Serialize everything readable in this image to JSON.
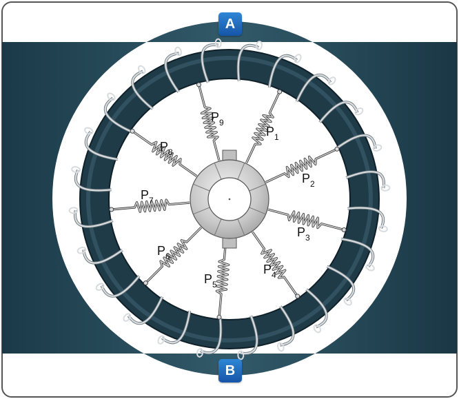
{
  "poles": {
    "top": "A",
    "bottom": "B"
  },
  "resistors": [
    {
      "letter": "P",
      "index": "1"
    },
    {
      "letter": "P",
      "index": "2"
    },
    {
      "letter": "P",
      "index": "3"
    },
    {
      "letter": "P",
      "index": "4"
    },
    {
      "letter": "P",
      "index": "5"
    },
    {
      "letter": "P",
      "index": "6"
    },
    {
      "letter": "P",
      "index": "7"
    },
    {
      "letter": "P",
      "index": "8"
    },
    {
      "letter": "P",
      "index": "9"
    }
  ],
  "colors": {
    "ring": "#1f3b48",
    "magnet": "#1c3f4e",
    "coil_wire": "#d9dcde",
    "commutator": "#c6c6c6",
    "badge": "#1a64b8",
    "frame": "#555555"
  }
}
